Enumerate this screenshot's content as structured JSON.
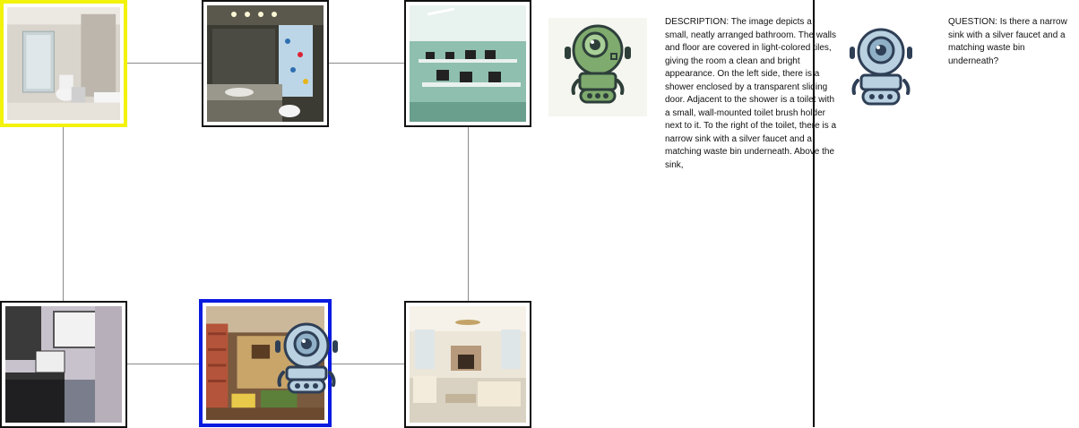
{
  "graph": {
    "nodes": [
      {
        "id": "n1",
        "scene": "bathroom-shower",
        "status": "current"
      },
      {
        "id": "n2",
        "scene": "bathroom-sink-curtain",
        "status": "normal"
      },
      {
        "id": "n3",
        "scene": "computer-lab",
        "status": "normal"
      },
      {
        "id": "n4",
        "scene": "kitchen-appliance",
        "status": "normal"
      },
      {
        "id": "n5",
        "scene": "living-room-brick",
        "status": "agent"
      },
      {
        "id": "n6",
        "scene": "bright-living-room",
        "status": "normal"
      }
    ],
    "edges": [
      [
        "n1",
        "n2"
      ],
      [
        "n2",
        "n3"
      ],
      [
        "n1",
        "n4"
      ],
      [
        "n3",
        "n6"
      ],
      [
        "n4",
        "n5"
      ],
      [
        "n5",
        "n6"
      ]
    ],
    "colors": {
      "current": "#f2f20a",
      "agent": "#0a1be0",
      "edge": "#8a8a8a"
    }
  },
  "describer": {
    "icon": "green-robot-icon",
    "text": "DESCRIPTION: The image depicts a small, neatly arranged bathroom. The walls and floor are covered in light-colored tiles, giving the room a clean and bright appearance. On the left side, there is a shower enclosed by a transparent sliding door. Adjacent to the shower is a toilet with a small, wall-mounted toilet brush holder next to it. To the right of the toilet, there is a narrow sink with a silver faucet and a matching waste bin underneath. Above the sink,"
  },
  "questioner": {
    "icon": "blue-robot-icon",
    "text": "QUESTION: Is there a narrow sink with a silver faucet and a matching waste bin underneath?"
  }
}
